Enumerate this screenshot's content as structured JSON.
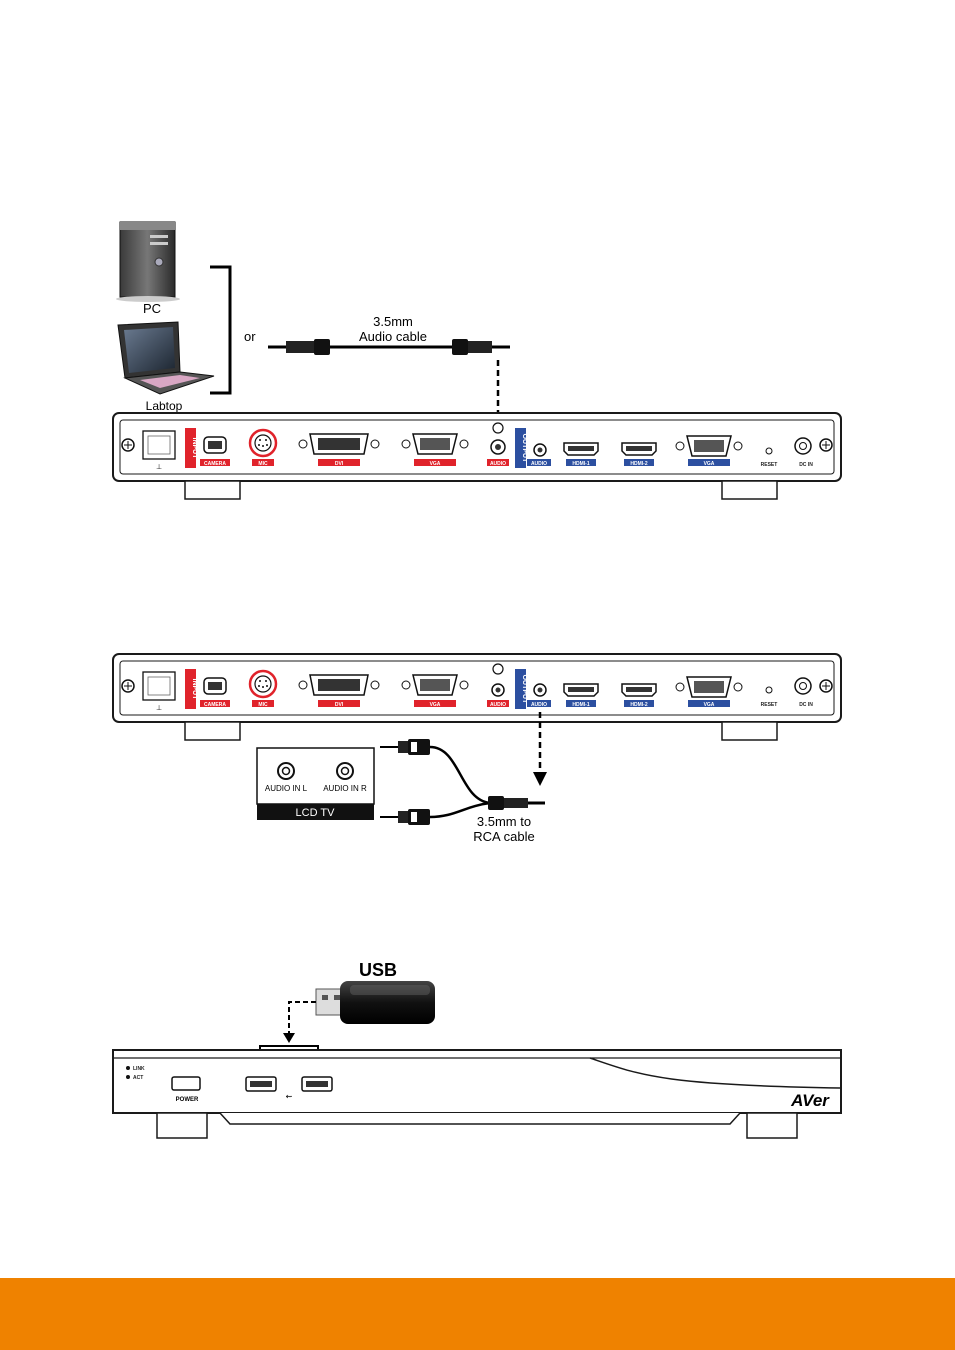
{
  "colors": {
    "footer": "#ef8200",
    "input_red": "#e0232b",
    "output_blue": "#2c4fa0",
    "panel": "#ffffff",
    "stroke": "#1a1a1a"
  },
  "section1": {
    "pc_label": "PC",
    "laptop_label": "Labtop",
    "or_label": "or",
    "cable_line1": "3.5mm",
    "cable_line2": "Audio cable"
  },
  "rear_panel": {
    "input_label": "INPUT",
    "output_label": "OUTPUT",
    "ports": {
      "camera": "CAMERA",
      "mic": "MIC",
      "dvi": "DVI",
      "vga_in": "VGA",
      "audio_in": "AUDIO",
      "audio_out": "AUDIO",
      "hdmi1": "HDMI-1",
      "hdmi2": "HDMI-2",
      "vga_out": "VGA",
      "reset": "RESET",
      "dc_in": "DC IN"
    }
  },
  "section2": {
    "tv_label": "LCD TV",
    "audio_in_l": "AUDIO IN L",
    "audio_in_r": "AUDIO IN R",
    "cable_line1": "3.5mm to",
    "cable_line2": "RCA cable"
  },
  "section3": {
    "usb_label": "USB",
    "power_label": "POWER",
    "link_label": "LINK",
    "act_label": "ACT",
    "brand": "AVer"
  },
  "icons": [
    "pc-tower-icon",
    "laptop-icon",
    "audio-plug-icon",
    "rca-plug-icon",
    "usb-stick-icon",
    "usb-symbol-icon",
    "network-icon",
    "screw-icon"
  ]
}
